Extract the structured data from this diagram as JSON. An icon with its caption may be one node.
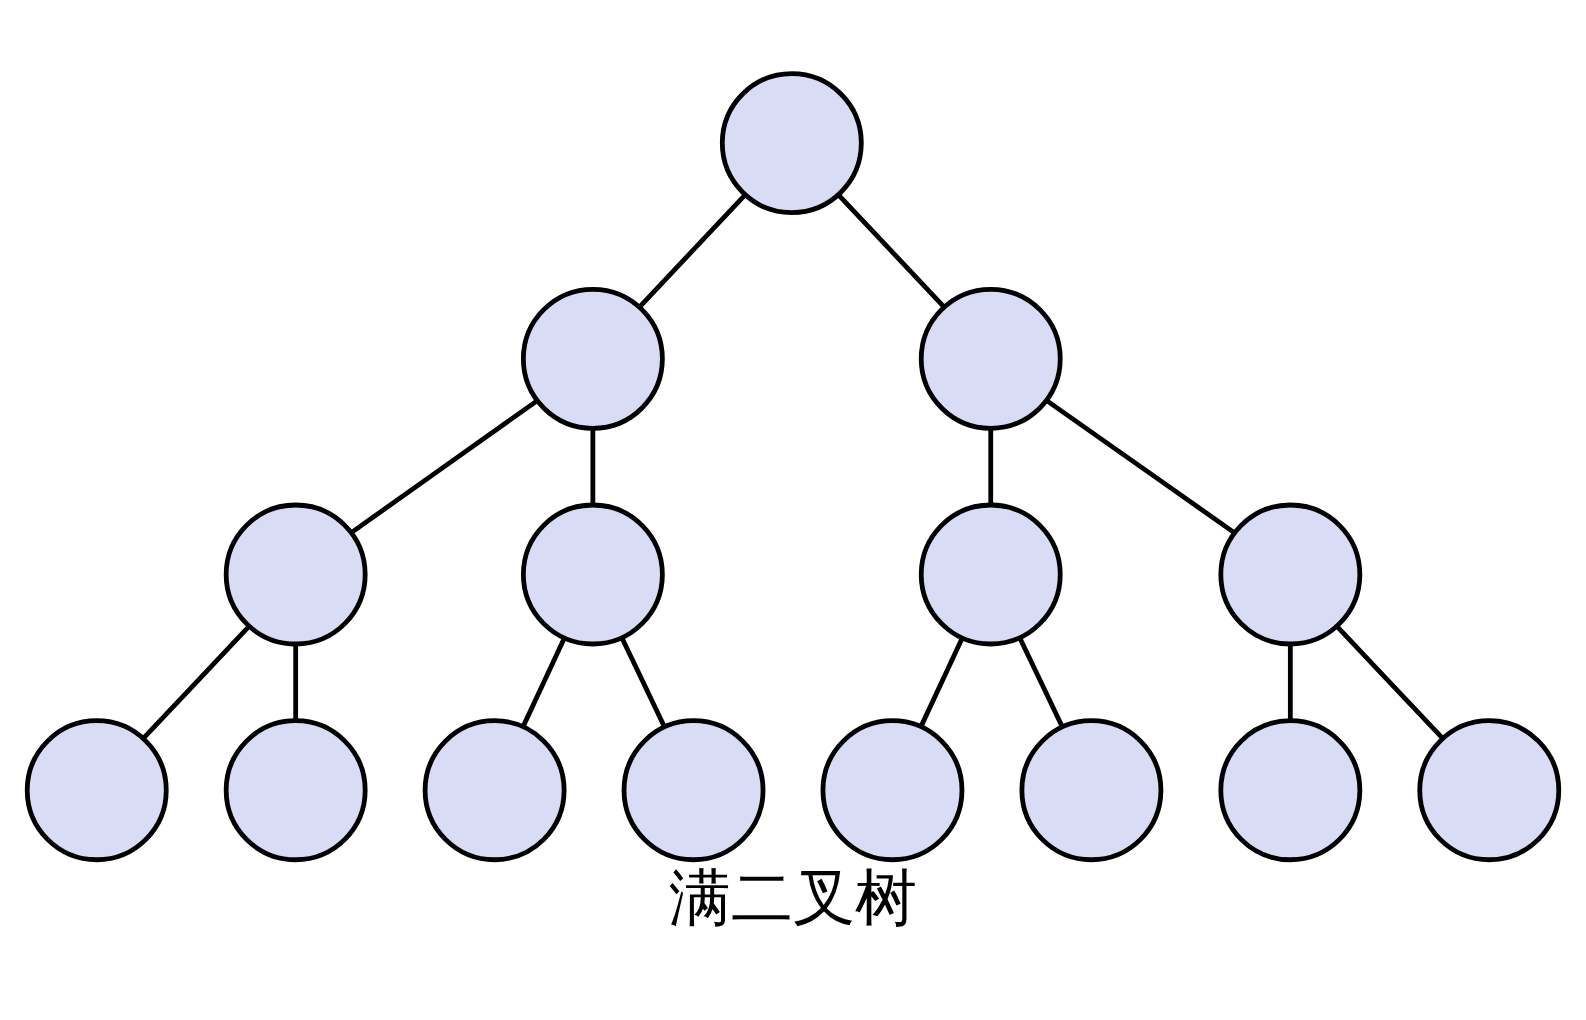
{
  "diagram": {
    "caption": "满二叉树",
    "nodes": [
      {
        "text": [],
        "shape": "circle"
      },
      {
        "text": [],
        "shape": "circle"
      },
      {
        "text": [],
        "shape": "circle"
      },
      {
        "text": [],
        "shape": "circle"
      },
      {
        "text": [],
        "shape": "circle"
      },
      {
        "text": [],
        "shape": "circle"
      },
      {
        "text": [],
        "shape": "circle"
      },
      {
        "text": [],
        "shape": "circle"
      },
      {
        "text": [],
        "shape": "circle"
      },
      {
        "text": [],
        "shape": "circle"
      },
      {
        "text": [],
        "shape": "circle"
      },
      {
        "text": [],
        "shape": "circle"
      },
      {
        "text": [],
        "shape": "circle"
      },
      {
        "text": [],
        "shape": "circle"
      },
      {
        "text": [],
        "shape": "circle"
      }
    ],
    "edges": [
      {
        "from": 0,
        "to": 1,
        "arrow": "none"
      },
      {
        "from": 0,
        "to": 2,
        "arrow": "none"
      },
      {
        "from": 1,
        "to": 3,
        "arrow": "none"
      },
      {
        "from": 1,
        "to": 4,
        "arrow": "none"
      },
      {
        "from": 2,
        "to": 5,
        "arrow": "none"
      },
      {
        "from": 2,
        "to": 6,
        "arrow": "none"
      },
      {
        "from": 3,
        "to": 7,
        "arrow": "none"
      },
      {
        "from": 3,
        "to": 8,
        "arrow": "none"
      },
      {
        "from": 4,
        "to": 9,
        "arrow": "none"
      },
      {
        "from": 4,
        "to": 10,
        "arrow": "none"
      },
      {
        "from": 5,
        "to": 11,
        "arrow": "none"
      },
      {
        "from": 5,
        "to": 12,
        "arrow": "none"
      },
      {
        "from": 6,
        "to": 13,
        "arrow": "none"
      },
      {
        "from": 6,
        "to": 14,
        "arrow": "none"
      }
    ]
  }
}
